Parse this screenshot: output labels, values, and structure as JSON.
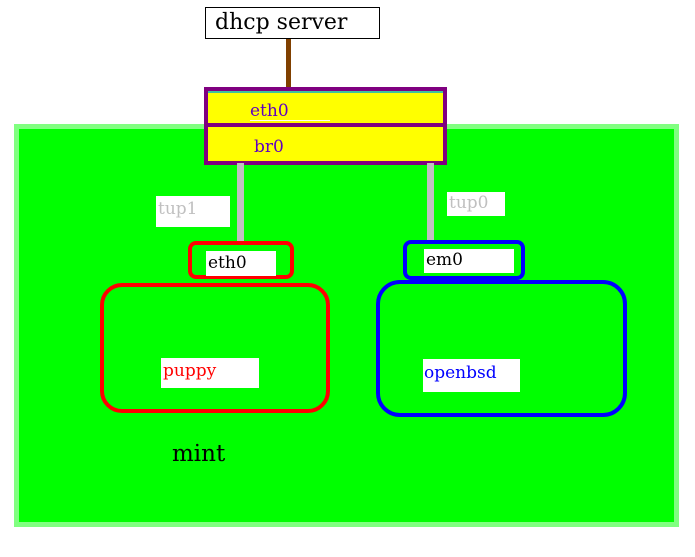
{
  "dhcp_server": {
    "label": "dhcp server"
  },
  "host": {
    "label": "mint",
    "fill": "#00ff00",
    "border": "#80ff80"
  },
  "bridge": {
    "eth0_label": "eth0",
    "br0_label": "br0",
    "fill": "#ffff00",
    "border": "#800080",
    "text_color": "#6000c0"
  },
  "links": {
    "tup1_label": "tup1",
    "tup0_label": "tup0",
    "link_color": "#c0c0c0",
    "uplink_color": "#804000"
  },
  "vm_puppy": {
    "name": "puppy",
    "iface": "eth0",
    "color": "#ff0000"
  },
  "vm_openbsd": {
    "name": "openbsd",
    "iface": "em0",
    "color": "#0000ff"
  }
}
